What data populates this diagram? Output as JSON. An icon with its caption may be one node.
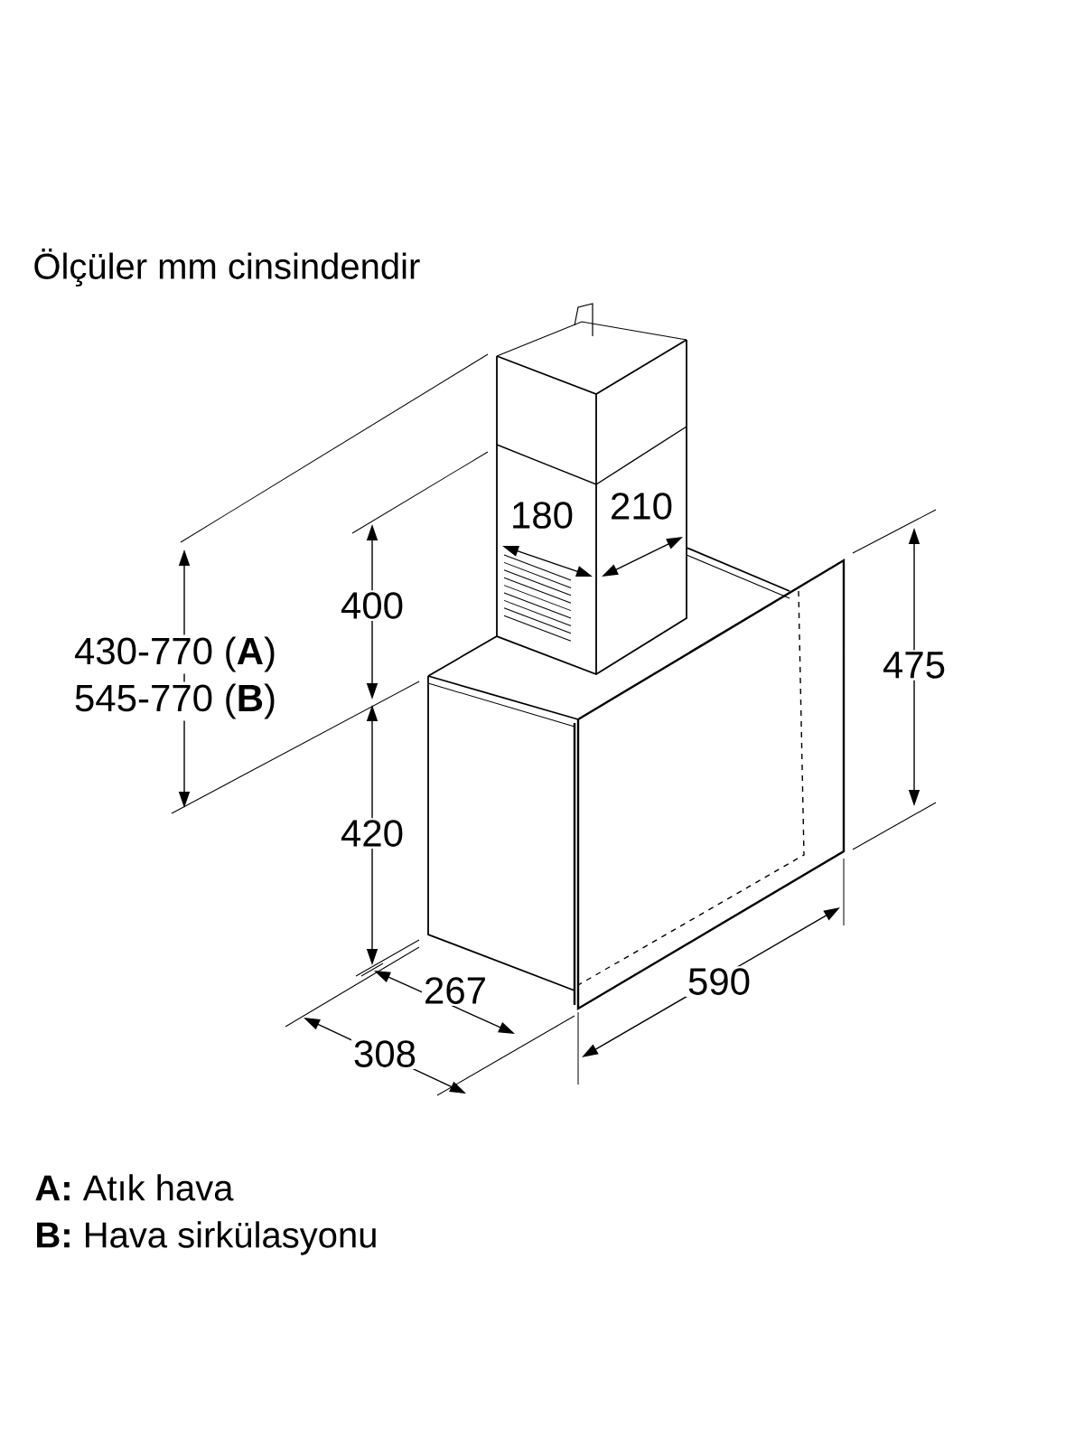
{
  "diagram": {
    "title": "Ölçüler mm cinsindendir",
    "labels": [
      "180",
      "210",
      "400",
      "430-770 (**A**)",
      "545-770 (**B**)",
      "420",
      "475",
      "267",
      "590",
      "308",
      "**A:** Atık hava",
      "**B:** Hava sirkülasyonu"
    ]
  }
}
